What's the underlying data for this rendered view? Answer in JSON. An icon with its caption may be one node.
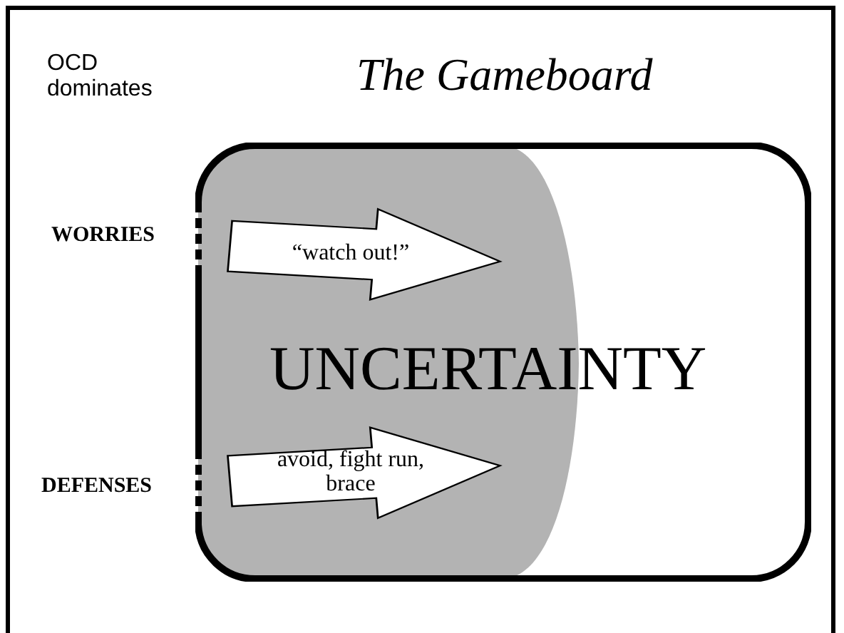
{
  "diagram": {
    "title": "The Gameboard",
    "nodes": [
      {
        "text": [
          "UNCERTAINTY"
        ]
      },
      {
        "text": [
          "“watch out!”"
        ],
        "in": 0
      },
      {
        "text": [
          "avoid, fight run, brace"
        ],
        "in": 0
      }
    ],
    "labels": [
      "OCD dominates",
      "WORRIES",
      "DEFENSES"
    ]
  }
}
